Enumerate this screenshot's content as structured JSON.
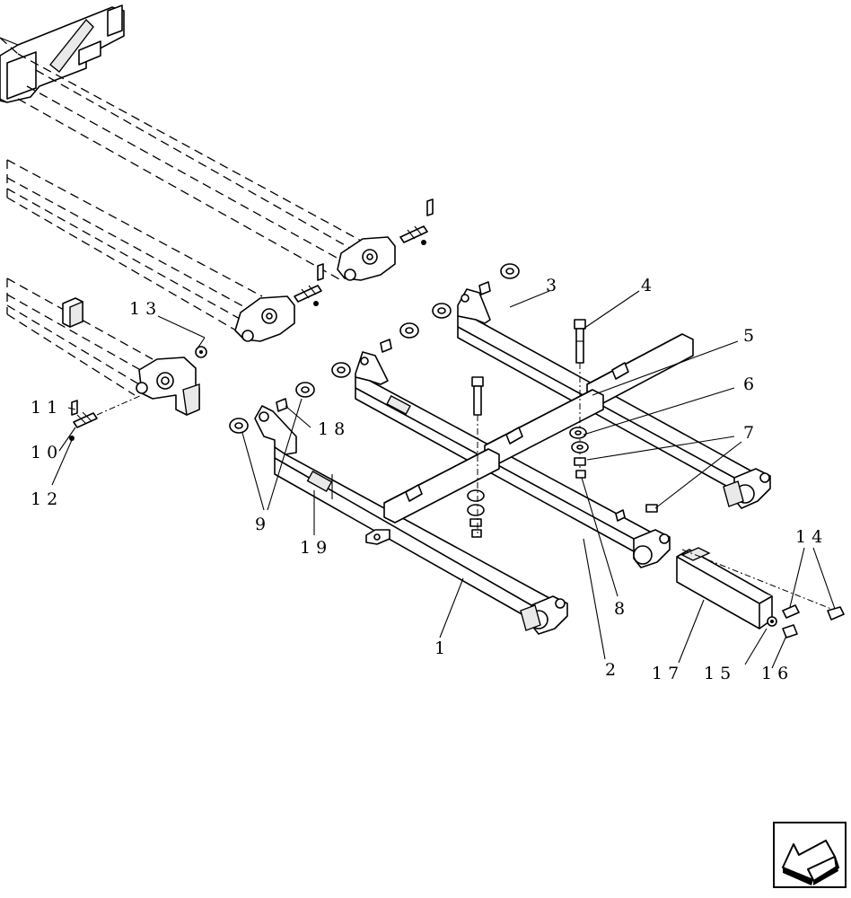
{
  "diagram": {
    "callouts": [
      {
        "id": "1",
        "text": "1"
      },
      {
        "id": "2",
        "text": "2"
      },
      {
        "id": "3",
        "text": "3"
      },
      {
        "id": "4",
        "text": "4"
      },
      {
        "id": "5",
        "text": "5"
      },
      {
        "id": "6",
        "text": "6"
      },
      {
        "id": "7",
        "text": "7"
      },
      {
        "id": "8",
        "text": "8"
      },
      {
        "id": "9",
        "text": "9"
      },
      {
        "id": "10",
        "text": "10"
      },
      {
        "id": "11",
        "text": "11"
      },
      {
        "id": "12",
        "text": "12"
      },
      {
        "id": "13",
        "text": "13"
      },
      {
        "id": "14",
        "text": "14"
      },
      {
        "id": "15",
        "text": "15"
      },
      {
        "id": "16",
        "text": "16"
      },
      {
        "id": "17",
        "text": "17"
      },
      {
        "id": "18",
        "text": "18"
      },
      {
        "id": "19",
        "text": "19"
      }
    ]
  },
  "navigation": {
    "back_icon": "back-arrow-icon"
  }
}
